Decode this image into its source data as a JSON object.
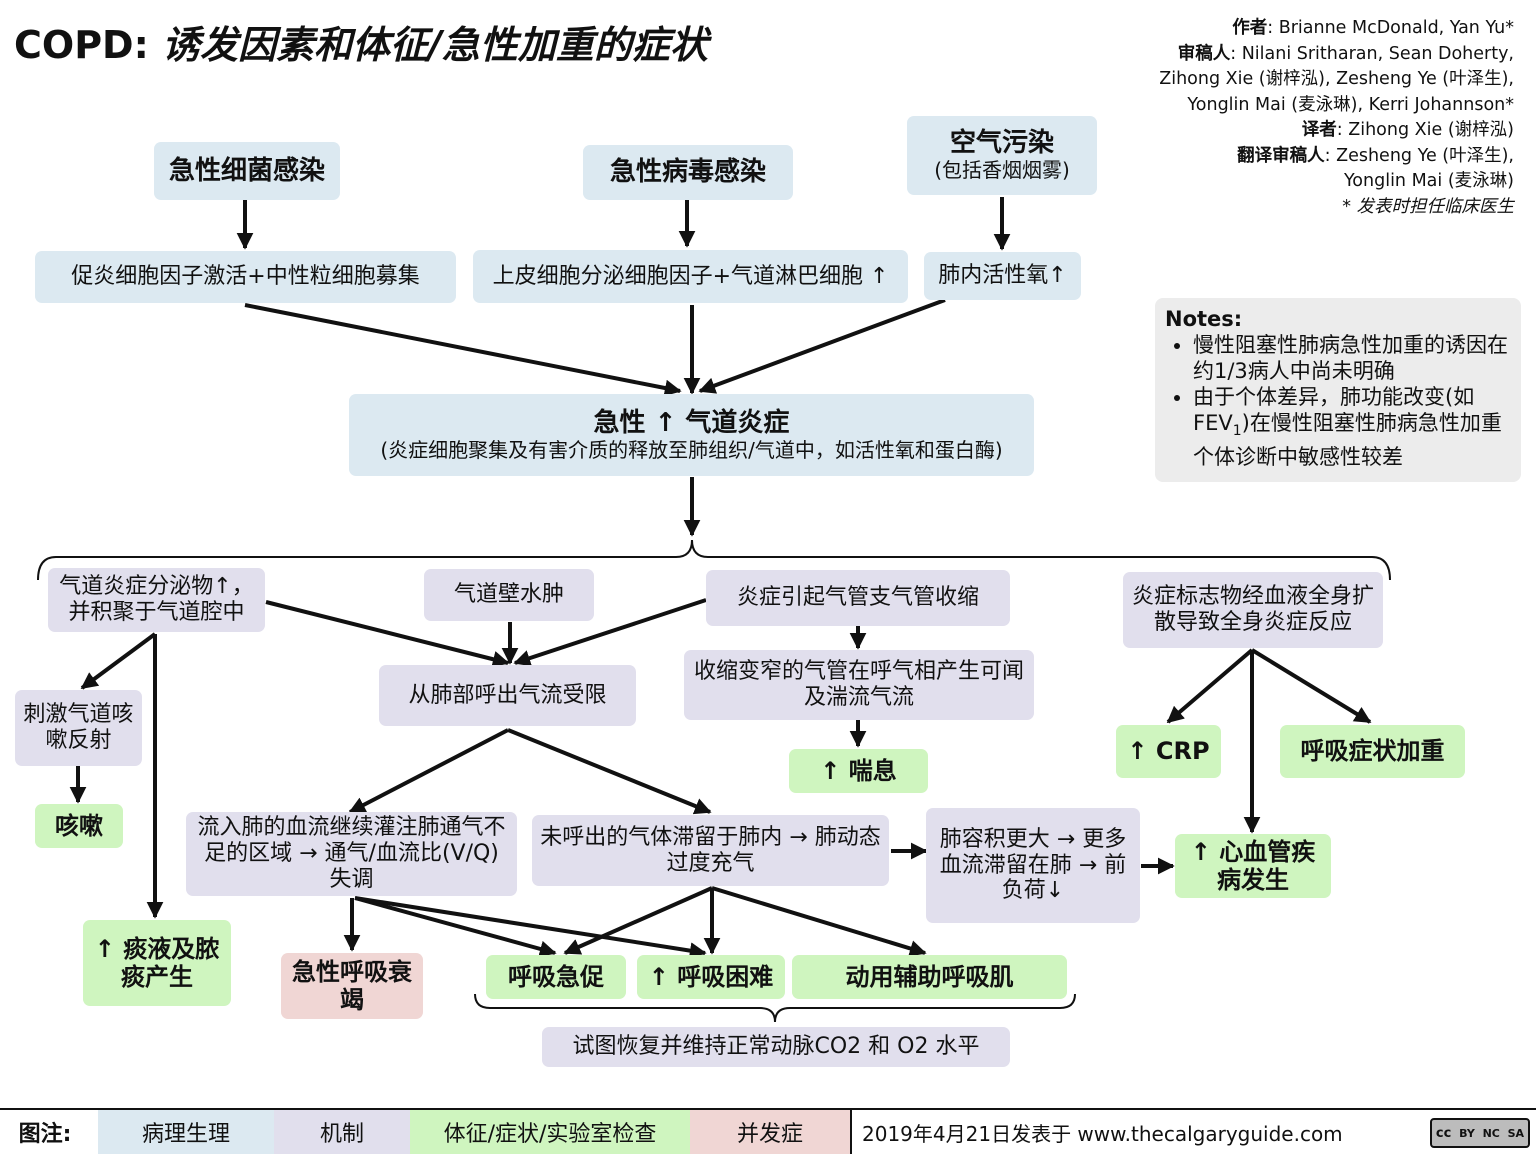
{
  "title": {
    "prefix": "COPD:",
    "main": "诱发因素和体征/急性加重的症状"
  },
  "credits": {
    "author_label": "作者",
    "author": ": Brianne McDonald, Yan Yu*",
    "reviewer_label": "审稿人",
    "reviewers_1": ": Nilani Sritharan, Sean Doherty,",
    "reviewers_2": "Zihong Xie (谢梓泓), Zesheng Ye (叶泽生),",
    "reviewers_3": "Yonglin Mai (麦泳琳), Kerri Johannson*",
    "translator_label": "译者",
    "translator": ": Zihong Xie (谢梓泓)",
    "trans_reviewer_label": "翻译审稿人",
    "trans_reviewers_1": ": Zesheng Ye (叶泽生),",
    "trans_reviewers_2": "Yonglin Mai (麦泳琳)",
    "footnote": "* 发表时担任临床医生"
  },
  "notes": {
    "heading": "Notes:",
    "item1": "慢性阻塞性肺病急性加重的诱因在约1/3病人中尚未明确",
    "item2_a": "由于个体差异，肺功能改变(如FEV",
    "item2_sub": "1",
    "item2_b": ")在慢性阻塞性肺病急性加重个体诊断中敏感性较差"
  },
  "boxes": {
    "bacterial": "急性细菌感染",
    "viral": "急性病毒感染",
    "pollution": "空气污染",
    "pollution_sub": "(包括香烟烟雾)",
    "cytokine": "促炎细胞因子激活+中性粒细胞募集",
    "epithelial": "上皮细胞分泌细胞因子+气道淋巴细胞 ↑",
    "ros": "肺内活性氧↑",
    "inflammation": "急性 ↑ 气道炎症",
    "inflammation_sub": "(炎症细胞聚集及有害介质的释放至肺组织/气道中，如活性氧和蛋白酶)",
    "secretions": "气道炎症分泌物↑，并积聚于气道腔中",
    "edema": "气道壁水肿",
    "bronchoconstriction": "炎症引起气管支气管收缩",
    "systemic": "炎症标志物经血液全身扩散导致全身炎症反应",
    "cough_reflex": "刺激气道咳嗽反射",
    "cough": "咳嗽",
    "sputum": "↑ 痰液及脓痰产生",
    "airflow_limit": "从肺部呼出气流受限",
    "turbulent": "收缩变窄的气管在呼气相产生可闻及湍流气流",
    "wheeze": "↑ 喘息",
    "crp": "↑ CRP",
    "resp_worse": "呼吸症状加重",
    "vq": "流入肺的血流继续灌注肺通气不足的区域 → 通气/血流比(V/Q) 失调",
    "trapping": "未呼出的气体滞留于肺内 → 肺动态过度充气",
    "volume": "肺容积更大 → 更多血流滞留在肺 → 前负荷↓",
    "cvd": "↑ 心血管疾病发生",
    "resp_failure": "急性呼吸衰竭",
    "tachypnea": "呼吸急促",
    "dyspnea": "↑ 呼吸困难",
    "accessory": "动用辅助呼吸肌",
    "restore": "试图恢复并维持正常动脉CO2 和 O2 水平"
  },
  "legend": {
    "label": "图注:",
    "pathophys": "病理生理",
    "mechanism": "机制",
    "signs": "体征/症状/实验室检查",
    "complication": "并发症",
    "published": "2019年4月21日发表于 www.thecalgaryguide.com",
    "cc": "cc",
    "by": "BY",
    "nc": "NC",
    "sa": "SA"
  },
  "colors": {
    "pathophys": "#dce9f1",
    "mechanism": "#e1dfed",
    "signs": "#cff5bf",
    "complication": "#f0d6d4",
    "notes": "#ececec"
  }
}
